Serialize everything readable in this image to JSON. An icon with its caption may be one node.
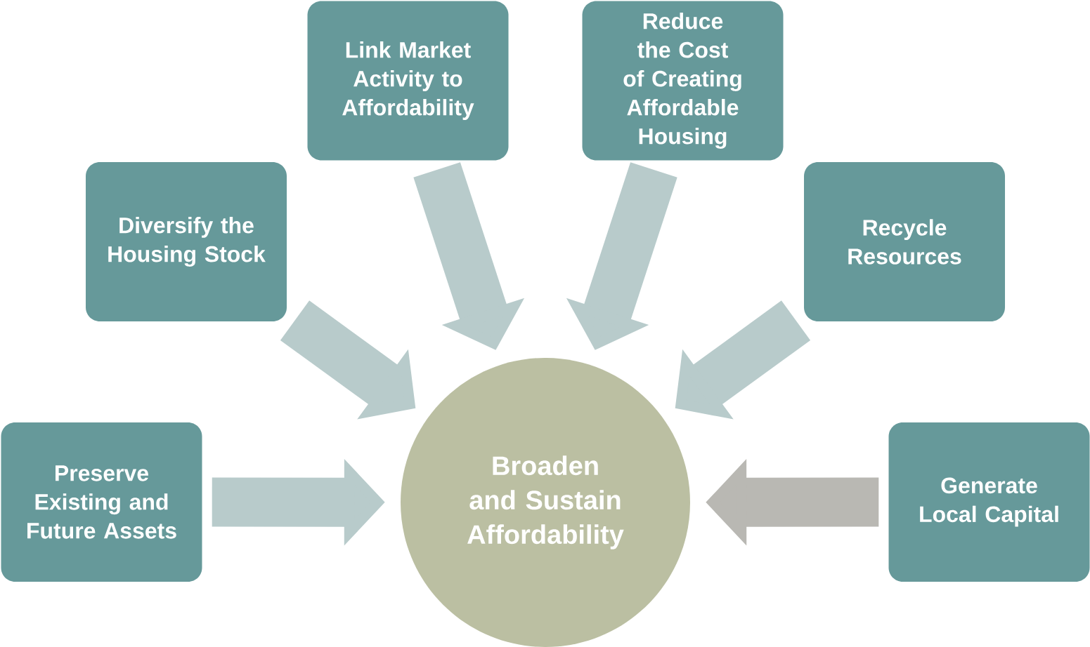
{
  "diagram": {
    "nodes": [
      {
        "text": [
          "Link Market Activity to Affordability"
        ]
      },
      {
        "text": [
          "Reduce the Cost of Creating Affordable Housing"
        ]
      },
      {
        "text": [
          "Diversify the Housing Stock"
        ]
      },
      {
        "text": [
          "Recycle Resources"
        ]
      },
      {
        "text": [
          "Preserve Existing and Future Assets"
        ]
      },
      {
        "text": [
          "Broaden and Sustain Affordability"
        ]
      },
      {
        "text": [
          "Generate Local Capital"
        ]
      }
    ],
    "edges": [
      {
        "from": 0,
        "to": 5,
        "arrow": "to"
      },
      {
        "from": 1,
        "to": 5,
        "arrow": "to"
      },
      {
        "from": 2,
        "to": 5,
        "arrow": "to"
      },
      {
        "from": 3,
        "to": 5,
        "arrow": "to"
      },
      {
        "from": 4,
        "to": 5,
        "arrow": "to"
      },
      {
        "from": 6,
        "to": 5,
        "arrow": "to",
        "color": "#b9b8b3"
      }
    ]
  }
}
